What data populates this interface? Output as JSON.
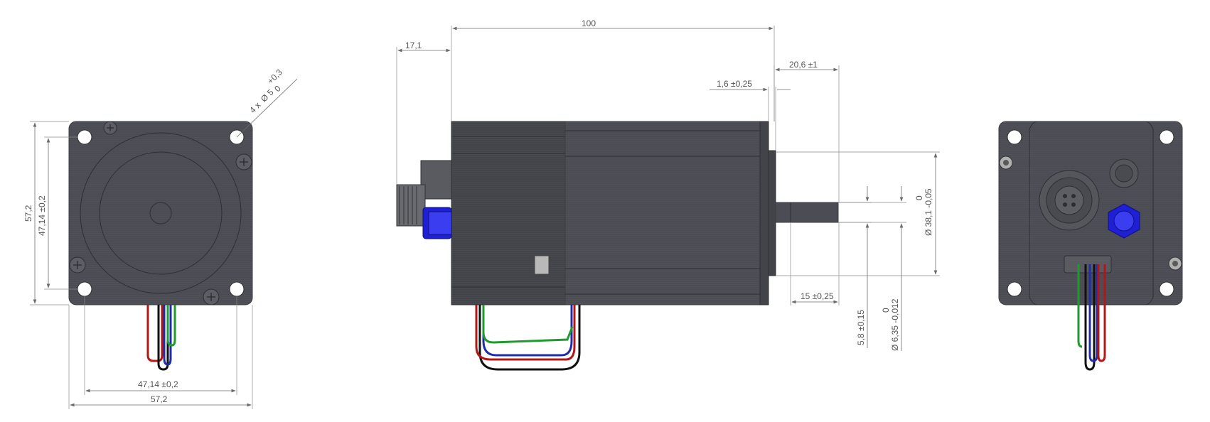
{
  "diagram": {
    "front_view": {
      "hole_callout": {
        "qty": "4 x",
        "dia": "Ø 5",
        "tol_upper": "+0,3",
        "tol_lower": "0"
      },
      "height_overall": "57,2",
      "height_holes": "47,14 ±0,2",
      "width_holes": "47,14 ±0,2",
      "width_overall": "57,2"
    },
    "side_view": {
      "length_body": "100",
      "length_connector": "17,1",
      "shaft_length": "20,6 ±1",
      "flange_offset": "1,6 ±0,25",
      "pilot_dia": "Ø 38,1 -0,05",
      "pilot_dia_upper": "0",
      "flat_length": "15 ±0,25",
      "flat_depth": "5,8 ±0,15",
      "shaft_dia": "Ø 6,35 -0,012",
      "shaft_dia_upper": "0"
    },
    "colors": {
      "body": "#4c4d54",
      "connector_blue": "#1f1fd6",
      "wire_red": "#b01818",
      "wire_green": "#1f9a2f",
      "wire_blue": "#1f2ea8",
      "wire_black": "#111111"
    }
  }
}
